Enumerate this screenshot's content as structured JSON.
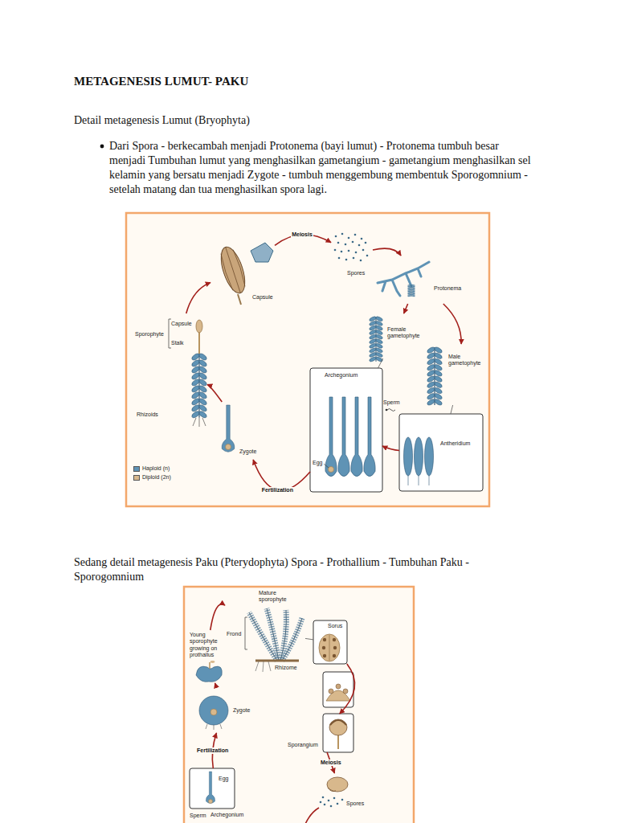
{
  "diagram": {
    "title": "METAGENESIS LUMUT- PAKU",
    "nodes": [
      {
        "text": [
          "Capsule"
        ]
      },
      {
        "text": [
          "Spores"
        ]
      },
      {
        "text": [
          "Protonema"
        ]
      },
      {
        "text": [
          "Female gametophyte"
        ]
      },
      {
        "text": [
          "Male gametophyte"
        ]
      },
      {
        "text": [
          "Archegonium",
          "Egg"
        ]
      },
      {
        "text": [
          "Antheridium"
        ]
      },
      {
        "text": [
          "Zygote"
        ]
      },
      {
        "text": [
          "Sporophyte",
          "Capsule",
          "Stalk",
          "Rhizoids"
        ]
      },
      {
        "text": [
          "Mature sporophyte",
          "Frond",
          "Rhizome"
        ]
      },
      {
        "text": [
          "Sorus"
        ]
      },
      {
        "text": [
          "Sporangium"
        ]
      },
      {
        "text": [
          "Spores"
        ]
      },
      {
        "text": [
          "Young sporophyte growing on prothallus"
        ]
      },
      {
        "text": [
          "Zygote"
        ]
      },
      {
        "text": [
          "Egg",
          "Archegonium"
        ]
      }
    ],
    "edges": [
      {
        "from": 0,
        "to": 1,
        "arrow": "to",
        "label": "Meiosis"
      },
      {
        "from": 1,
        "to": 2,
        "arrow": "to"
      },
      {
        "from": 2,
        "to": 3,
        "arrow": "to"
      },
      {
        "from": 2,
        "to": 4,
        "arrow": "to"
      },
      {
        "from": 3,
        "to": 5,
        "arrow": "none"
      },
      {
        "from": 4,
        "to": 6,
        "arrow": "none"
      },
      {
        "from": 6,
        "to": 5,
        "arrow": "to"
      },
      {
        "from": 5,
        "to": 7,
        "arrow": "to",
        "label": "Fertilization"
      },
      {
        "from": 7,
        "to": 8,
        "arrow": "to"
      },
      {
        "from": 8,
        "to": 0,
        "arrow": "to"
      },
      {
        "from": 9,
        "to": 10,
        "arrow": "none"
      },
      {
        "from": 10,
        "to": 11,
        "arrow": "to"
      },
      {
        "from": 11,
        "to": 12,
        "arrow": "to",
        "label": "Meiosis"
      },
      {
        "from": 15,
        "to": 14,
        "arrow": "to",
        "label": "Fertilization"
      },
      {
        "from": 14,
        "to": 13,
        "arrow": "to"
      },
      {
        "from": 13,
        "to": 9,
        "arrow": "to"
      }
    ],
    "labels": [
      "Detail metagenesis Lumut (Bryophyta)",
      "Dari Spora - berkecambah menjadi Protonema (bayi lumut) - Protonema tumbuh besar menjadi Tumbuhan lumut yang menghasilkan gametangium - gametangium menghasilkan sel kelamin yang bersatu menjadi Zygote - tumbuh menggembung membentuk Sporogomnium - setelah matang dan tua menghasilkan spora lagi.",
      "Sedang detail metagenesis Paku (Pterydophyta) Spora - Prothallium - Tumbuhan Paku - Sporogomnium",
      "Sperm",
      "Sperm"
    ],
    "legend": [
      {
        "text": "Haploid (n)",
        "color": "#5f93b5"
      },
      {
        "text": "Diploid (2n)",
        "color": "#d8b88c"
      }
    ]
  }
}
